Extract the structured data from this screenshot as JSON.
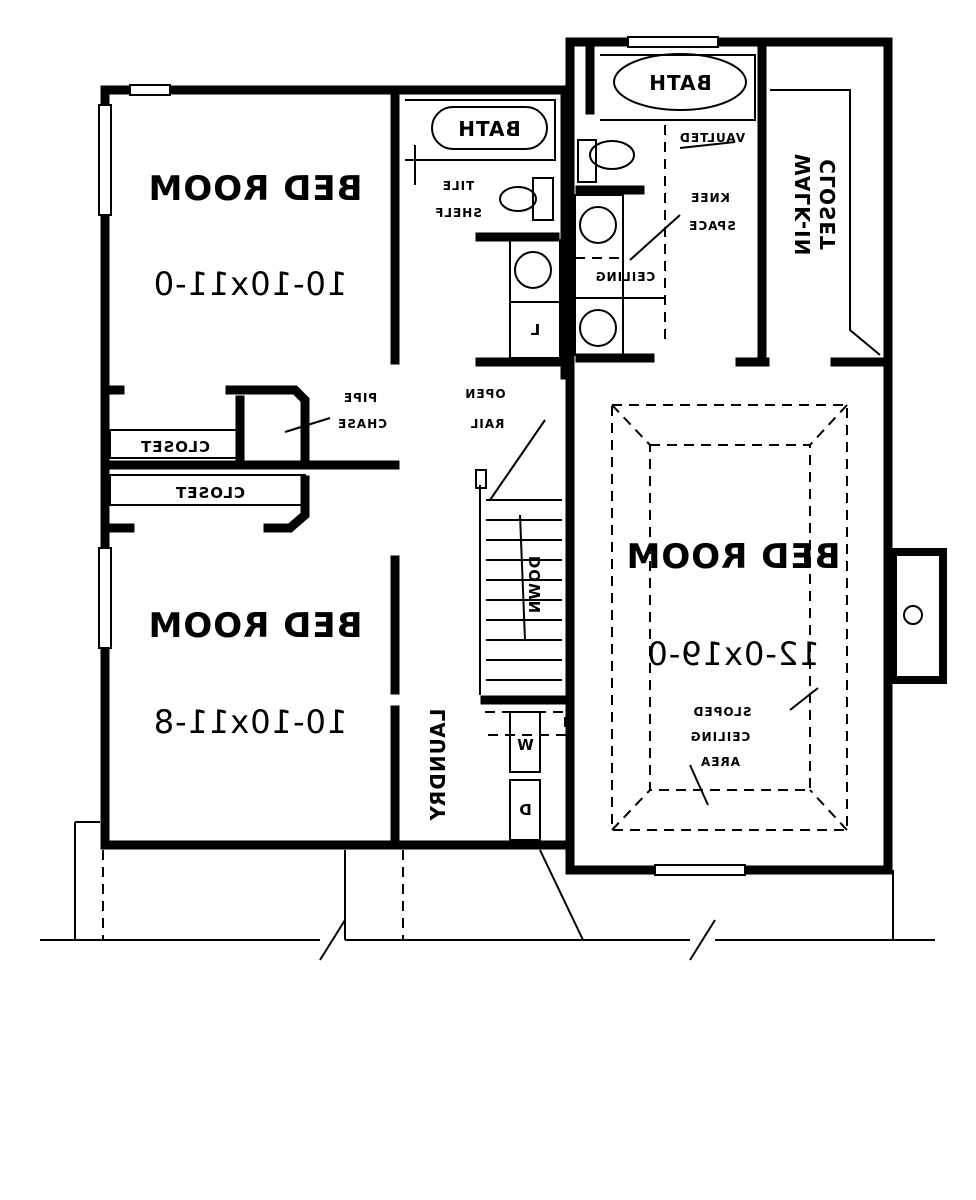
{
  "rooms": {
    "bed_nw": {
      "name": "BED ROOM",
      "size": "10-10x11-0"
    },
    "bed_sw": {
      "name": "BED ROOM",
      "size": "10-10x11-8"
    },
    "bed_master": {
      "name": "BED ROOM",
      "size": "12-0x19-0"
    },
    "bath_center": {
      "name": "BATH"
    },
    "bath_top": {
      "name": "BATH"
    },
    "walkin_closet": {
      "line1": "WALK-IN",
      "line2": "CLOSET"
    },
    "closet_upper": {
      "name": "CLOSET"
    },
    "closet_lower": {
      "name": "CLOSET"
    },
    "laundry": {
      "name": "LAUNDRY"
    }
  },
  "notes": {
    "tile_shelf_1": "TILE",
    "tile_shelf_2": "SHELF",
    "pipe_chase_1": "PIPE",
    "pipe_chase_2": "CHASE",
    "open_rail_1": "OPEN",
    "open_rail_2": "RAIL",
    "knee_space_1": "KNEE",
    "knee_space_2": "SPACE",
    "vaulted": "VAULTED",
    "ceiling": "CEILING",
    "sloped_1": "SLOPED",
    "sloped_2": "CEILING",
    "sloped_3": "AREA",
    "stair_down": "DOWN",
    "washer": "W",
    "dryer": "D",
    "linen": "L"
  }
}
